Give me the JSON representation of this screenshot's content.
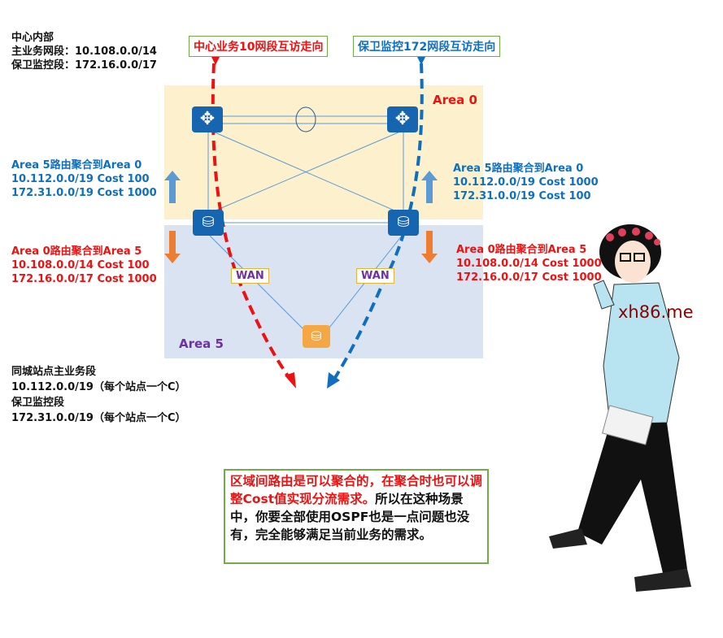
{
  "center_info": {
    "title": "中心内部",
    "main_segment": "主业务网段：10.108.0.0/14",
    "security_segment": "保卫监控段：172.16.0.0/17"
  },
  "flow_labels": {
    "red": "中心业务10网段互访走向",
    "blue": "保卫监控172网段互访走向"
  },
  "areas": {
    "area0": "Area 0",
    "area5": "Area 5"
  },
  "left_up": {
    "title": "Area 5路由聚合到Area 0",
    "line1": "10.112.0.0/19 Cost 100",
    "line2": "172.31.0.0/19 Cost 1000"
  },
  "right_up": {
    "title": "Area 5路由聚合到Area 0",
    "line1": "10.112.0.0/19 Cost 1000",
    "line2": "172.31.0.0/19 Cost 100"
  },
  "left_down": {
    "title": "Area 0路由聚合到Area 5",
    "line1": "10.108.0.0/14 Cost 100",
    "line2": "172.16.0.0/17 Cost 1000"
  },
  "right_down": {
    "title": "Area 0路由聚合到Area 5",
    "line1": "10.108.0.0/14 Cost 1000",
    "line2": "172.16.0.0/17 Cost 1000"
  },
  "wan_labels": [
    "WAN",
    "WAN"
  ],
  "site_info": {
    "l1": "同城站点主业务段",
    "l2": "10.112.0.0/19（每个站点一个C）",
    "l3": "保卫监控段",
    "l4": "172.31.0.0/19（每个站点一个C）"
  },
  "note": {
    "red": "区域间路由是可以聚合的，在聚合时也可以调整Cost值实现分流需求。",
    "black": "所以在这种场景中，你要全部使用OSPF也是一点问题也没有，完全能够满足当前业务的需求。"
  },
  "watermark": "xh86.me",
  "colors": {
    "red": "#ee1111",
    "blue": "#0e6fc0",
    "area0": "#fdf0cc",
    "area5": "#dae3f2",
    "device": "#1565b0",
    "orange": "#ed7d31"
  }
}
